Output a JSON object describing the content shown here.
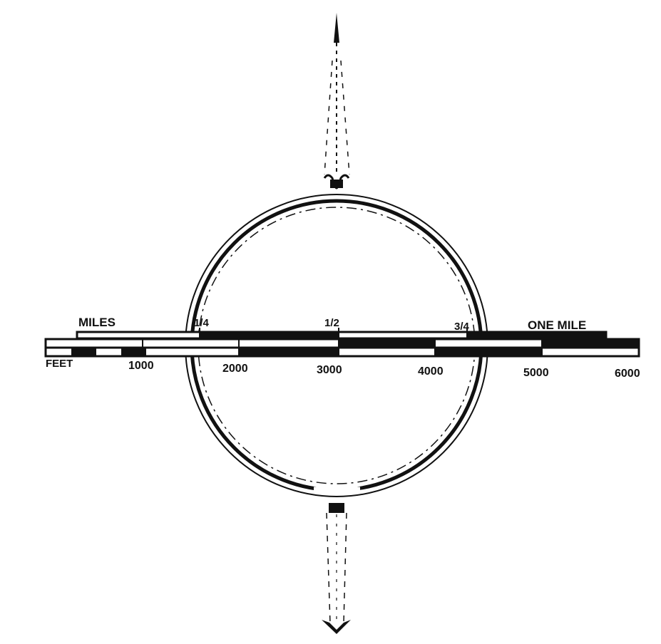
{
  "scale_bar": {
    "miles_label": "MILES",
    "miles_ticks": [
      "1/4",
      "1/2",
      "3/4",
      "ONE MILE"
    ],
    "feet_label": "FEET",
    "feet_ticks": [
      "1000",
      "2000",
      "3000",
      "4000",
      "5000",
      "6000"
    ]
  },
  "colors": {
    "ink": "#111111",
    "paper": "#ffffff"
  }
}
